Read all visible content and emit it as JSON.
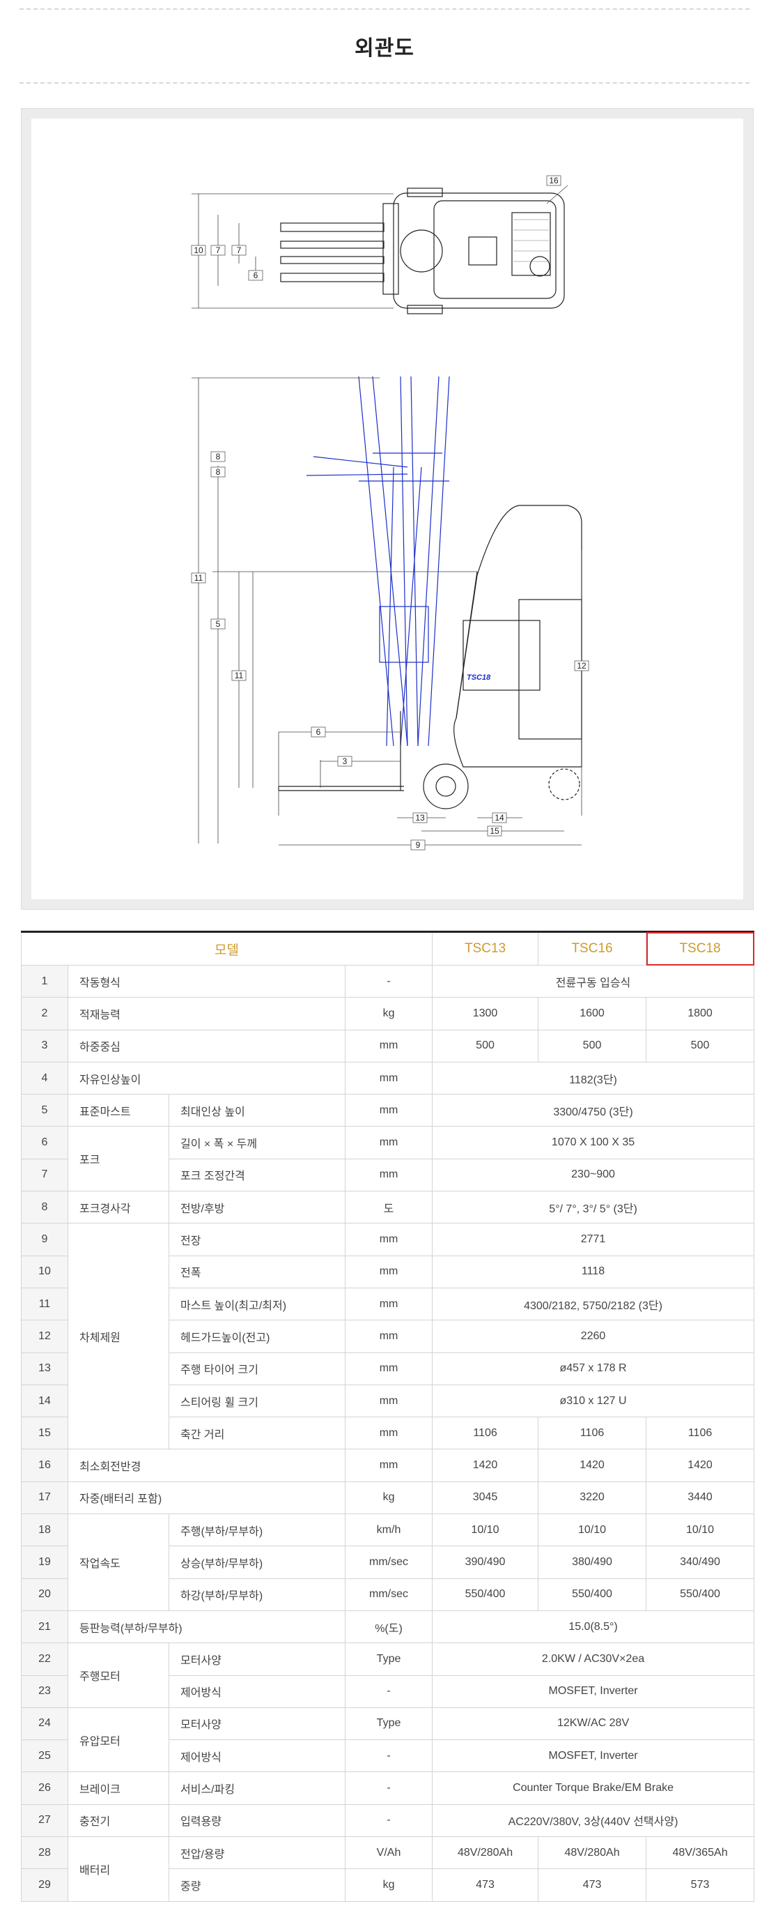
{
  "page_title": "외관도",
  "drawing": {
    "top_view_labels": [
      "16",
      "10",
      "7",
      "7",
      "6"
    ],
    "side_view_labels": [
      "8",
      "8",
      "11",
      "5",
      "11",
      "12",
      "6",
      "3",
      "13",
      "14",
      "15",
      "9"
    ],
    "brand_mark": "TSC18"
  },
  "table": {
    "header": {
      "model_label": "모델",
      "models": [
        "TSC13",
        "TSC16",
        "TSC18"
      ]
    },
    "rows": [
      {
        "no": "1",
        "group": "작동형식",
        "sub": "",
        "unit": "-",
        "values": [
          "전륜구동 입승식"
        ]
      },
      {
        "no": "2",
        "group": "적재능력",
        "sub": "",
        "unit": "kg",
        "values": [
          "1300",
          "1600",
          "1800"
        ]
      },
      {
        "no": "3",
        "group": "하중중심",
        "sub": "",
        "unit": "mm",
        "values": [
          "500",
          "500",
          "500"
        ]
      },
      {
        "no": "4",
        "group": "자유인상높이",
        "sub": "",
        "unit": "mm",
        "values": [
          "1182(3단)"
        ]
      },
      {
        "no": "5",
        "group": "표준마스트",
        "sub": "최대인상 높이",
        "unit": "mm",
        "values": [
          "3300/4750 (3단)"
        ]
      },
      {
        "no": "6",
        "group": "포크",
        "sub": "길이 × 폭 × 두께",
        "unit": "mm",
        "values": [
          "1070 X 100 X 35"
        ]
      },
      {
        "no": "7",
        "group": "",
        "sub": "포크 조정간격",
        "unit": "mm",
        "values": [
          "230~900"
        ]
      },
      {
        "no": "8",
        "group": "포크경사각",
        "sub": "전방/후방",
        "unit": "도",
        "values": [
          "5°/ 7°, 3°/ 5° (3단)"
        ]
      },
      {
        "no": "9",
        "group": "차체제원",
        "sub": "전장",
        "unit": "mm",
        "values": [
          "2771"
        ]
      },
      {
        "no": "10",
        "group": "",
        "sub": "전폭",
        "unit": "mm",
        "values": [
          "1118"
        ]
      },
      {
        "no": "11",
        "group": "",
        "sub": "마스트 높이(최고/최저)",
        "unit": "mm",
        "values": [
          "4300/2182, 5750/2182 (3단)"
        ]
      },
      {
        "no": "12",
        "group": "",
        "sub": "헤드가드높이(전고)",
        "unit": "mm",
        "values": [
          "2260"
        ]
      },
      {
        "no": "13",
        "group": "",
        "sub": "주행 타이어 크기",
        "unit": "mm",
        "values": [
          "ø457 x 178 R"
        ]
      },
      {
        "no": "14",
        "group": "",
        "sub": "스티어링 휠 크기",
        "unit": "mm",
        "values": [
          "ø310 x 127 U"
        ]
      },
      {
        "no": "15",
        "group": "",
        "sub": "축간 거리",
        "unit": "mm",
        "values": [
          "1106",
          "1106",
          "1106"
        ]
      },
      {
        "no": "16",
        "group": "최소회전반경",
        "sub": "",
        "unit": "mm",
        "values": [
          "1420",
          "1420",
          "1420"
        ]
      },
      {
        "no": "17",
        "group": "자중(배터리 포함)",
        "sub": "",
        "unit": "kg",
        "values": [
          "3045",
          "3220",
          "3440"
        ]
      },
      {
        "no": "18",
        "group": "작업속도",
        "sub": "주행(부하/무부하)",
        "unit": "km/h",
        "values": [
          "10/10",
          "10/10",
          "10/10"
        ]
      },
      {
        "no": "19",
        "group": "",
        "sub": "상승(부하/무부하)",
        "unit": "mm/sec",
        "values": [
          "390/490",
          "380/490",
          "340/490"
        ]
      },
      {
        "no": "20",
        "group": "",
        "sub": "하강(부하/무부하)",
        "unit": "mm/sec",
        "values": [
          "550/400",
          "550/400",
          "550/400"
        ]
      },
      {
        "no": "21",
        "group": "등판능력(부하/무부하)",
        "sub": "",
        "unit": "%(도)",
        "values": [
          "15.0(8.5°)"
        ]
      },
      {
        "no": "22",
        "group": "주행모터",
        "sub": "모터사양",
        "unit": "Type",
        "values": [
          "2.0KW / AC30V×2ea"
        ]
      },
      {
        "no": "23",
        "group": "",
        "sub": "제어방식",
        "unit": "-",
        "values": [
          "MOSFET, Inverter"
        ]
      },
      {
        "no": "24",
        "group": "유압모터",
        "sub": "모터사양",
        "unit": "Type",
        "values": [
          "12KW/AC 28V"
        ]
      },
      {
        "no": "25",
        "group": "",
        "sub": "제어방식",
        "unit": "-",
        "values": [
          "MOSFET, Inverter"
        ]
      },
      {
        "no": "26",
        "group": "브레이크",
        "sub": "서비스/파킹",
        "unit": "-",
        "values": [
          "Counter Torque Brake/EM Brake"
        ]
      },
      {
        "no": "27",
        "group": "충전기",
        "sub": "입력용량",
        "unit": "-",
        "values": [
          "AC220V/380V, 3상(440V 선택사양)"
        ]
      },
      {
        "no": "28",
        "group": "배터리",
        "sub": "전압/용량",
        "unit": "V/Ah",
        "values": [
          "48V/280Ah",
          "48V/280Ah",
          "48V/365Ah"
        ]
      },
      {
        "no": "29",
        "group": "",
        "sub": "중량",
        "unit": "kg",
        "values": [
          "473",
          "473",
          "573"
        ]
      }
    ]
  }
}
